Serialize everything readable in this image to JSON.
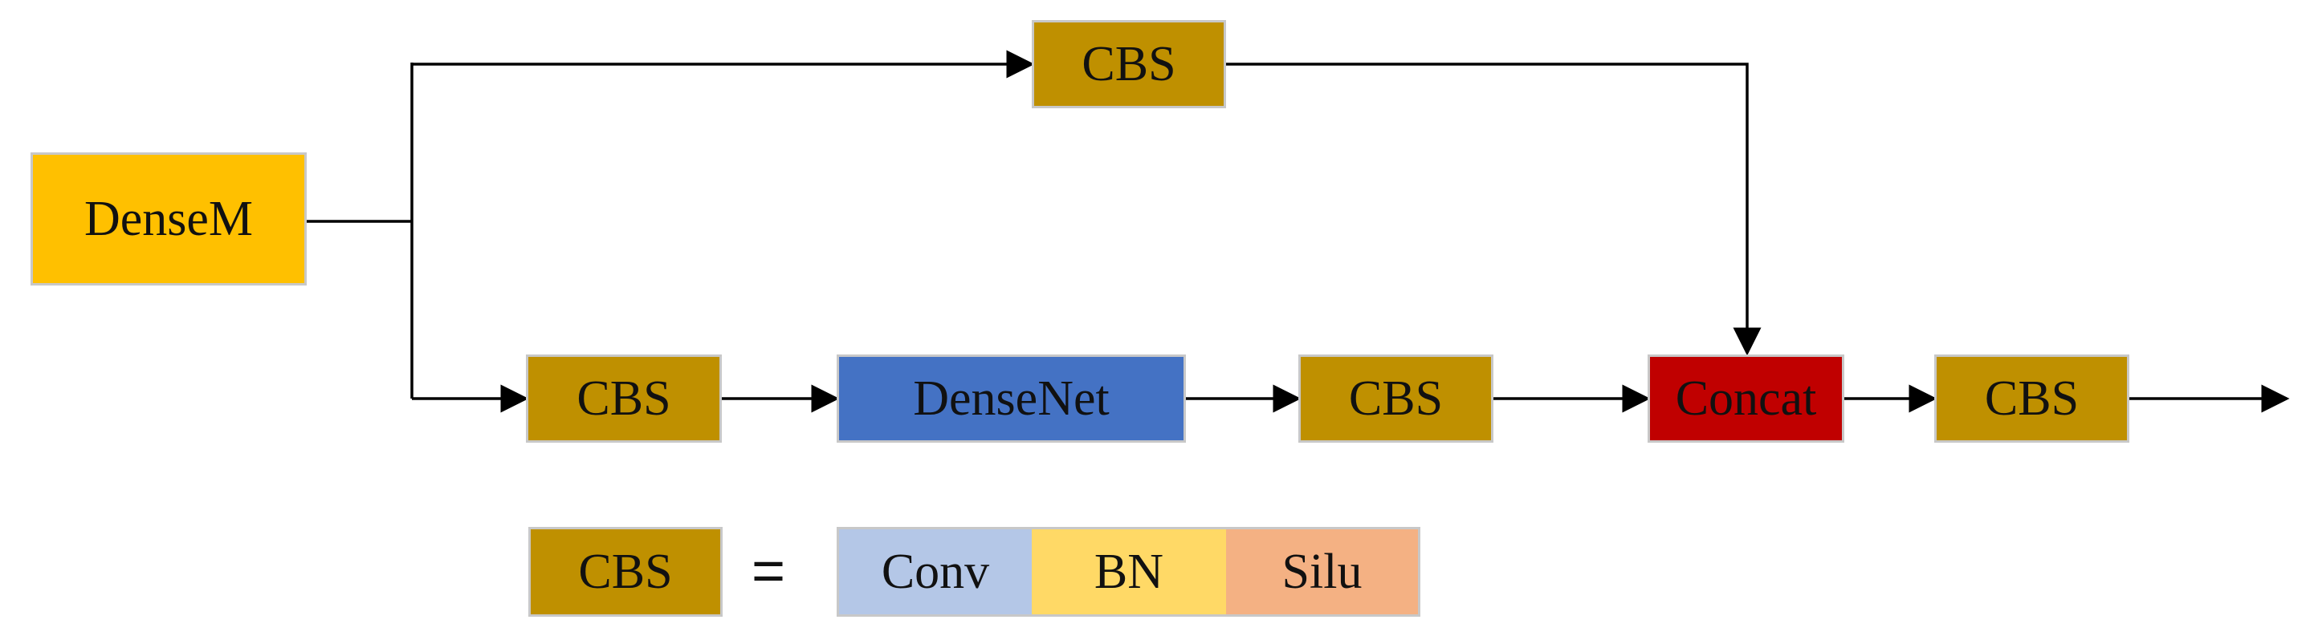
{
  "colors": {
    "densem": "#ffc000",
    "cbs": "#bf9000",
    "densenet": "#4472c4",
    "concat": "#c00000",
    "conv": "#b4c7e7",
    "bn": "#ffd966",
    "silu": "#f4b183",
    "wire": "#000000"
  },
  "nodes": {
    "densem": "DenseM",
    "cbs_top": "CBS",
    "cbs_1": "CBS",
    "densenet": "DenseNet",
    "cbs_2": "CBS",
    "concat": "Concat",
    "cbs_out": "CBS"
  },
  "legend": {
    "cbs": "CBS",
    "equals": "=",
    "parts": [
      "Conv",
      "BN",
      "Silu"
    ]
  }
}
